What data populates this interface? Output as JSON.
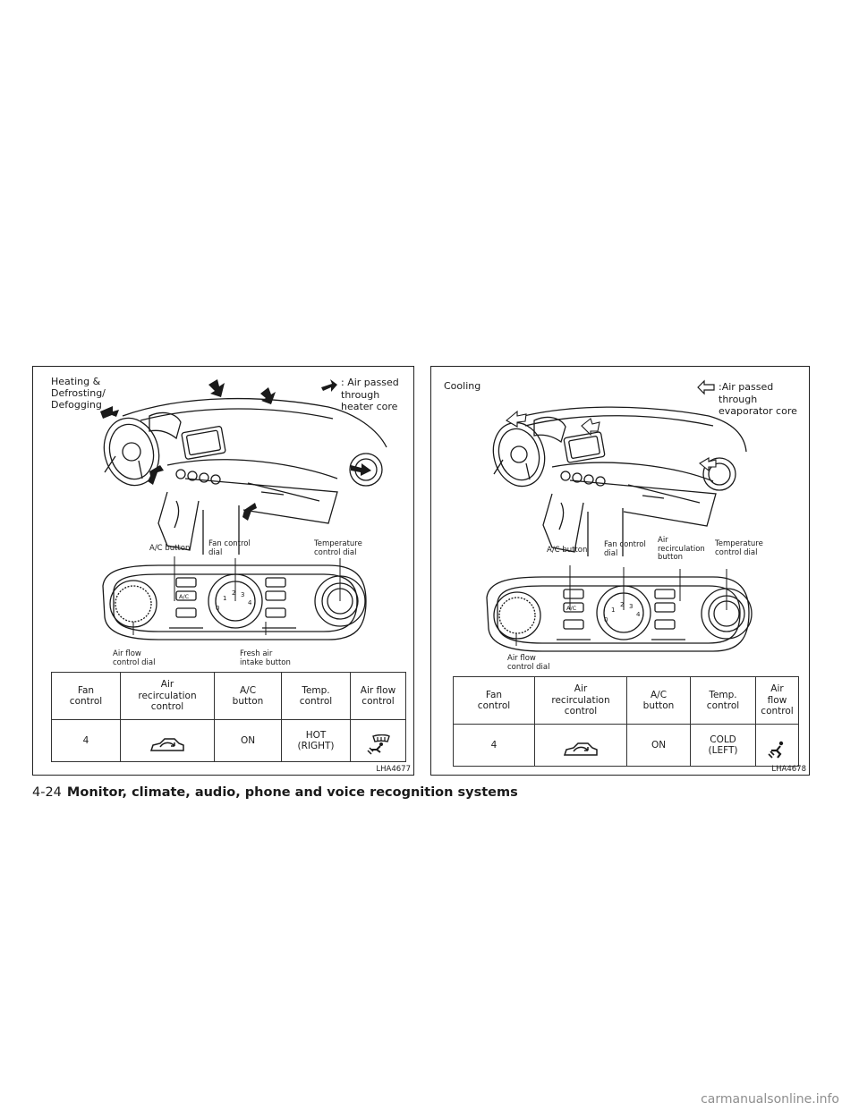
{
  "left_panel": {
    "title": "Heating &\nDefrosting/\nDefogging",
    "legend": ": Air passed\n  through\n  heater core",
    "labels": {
      "ac_button": "A/C button",
      "fan_dial": "Fan control\ndial",
      "temp_dial": "Temperature\ncontrol dial",
      "airflow_dial": "Air flow\ncontrol dial",
      "fresh_air": "Fresh air\nintake button"
    },
    "dial_numbers": [
      "0",
      "1",
      "2",
      "3",
      "4"
    ],
    "ac_text": "A/C",
    "table": {
      "headers": [
        "Fan\ncontrol",
        "Air\nrecirculation\ncontrol",
        "A/C\nbutton",
        "Temp.\ncontrol",
        "Air flow\ncontrol"
      ],
      "values": [
        "4",
        "",
        "ON",
        "HOT\n(RIGHT)",
        ""
      ]
    },
    "code": "LHA4677"
  },
  "right_panel": {
    "title": "Cooling",
    "legend": ":Air passed\n  through\n  evaporator core",
    "labels": {
      "ac_button": "A/C button",
      "fan_dial": "Fan control\ndial",
      "recirc": "Air\nrecirculation\nbutton",
      "temp_dial": "Temperature\ncontrol dial",
      "airflow_dial": "Air flow\ncontrol dial"
    },
    "dial_numbers": [
      "0",
      "1",
      "2",
      "3",
      "4"
    ],
    "ac_text": "A/C",
    "table": {
      "headers": [
        "Fan\ncontrol",
        "Air\nrecirculation\ncontrol",
        "A/C\nbutton",
        "Temp.\ncontrol",
        "Air flow\ncontrol"
      ],
      "values": [
        "4",
        "",
        "ON",
        "COLD\n(LEFT)",
        ""
      ]
    },
    "code": "LHA4678"
  },
  "footer": {
    "page_number": "4-24",
    "section_title": "Monitor, climate, audio, phone and voice recognition systems"
  },
  "watermark": "carmanualsonline.info",
  "icons": {
    "legend_left": "solid-arrow-icon",
    "legend_right": "outline-arrow-icon",
    "recirc": "car-recirculation-icon",
    "defrost_feet": "defrost-foot-airflow-icon",
    "feet": "foot-airflow-icon"
  }
}
